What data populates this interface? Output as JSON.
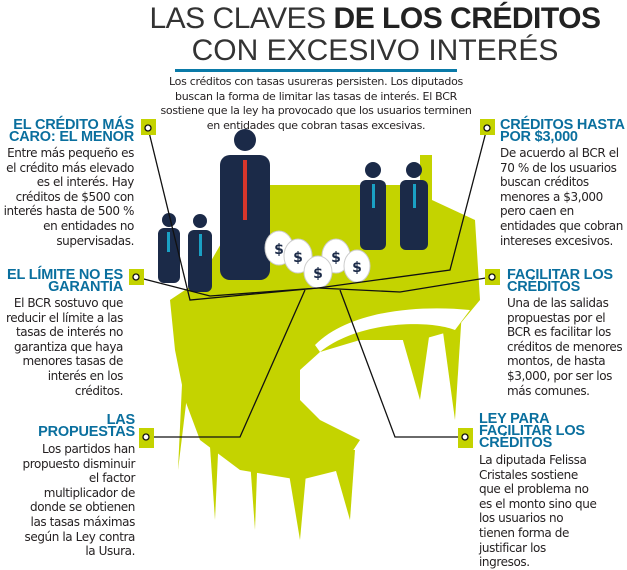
{
  "title": {
    "line1_light": "LAS CLAVES ",
    "line1_bold": "DE LOS CRÉDITOS",
    "line2": "CON EXCESIVO INTERÉS"
  },
  "intro": "Los créditos con tasas usureras persisten. Los diputados buscan la forma de limitar las tasas de interés. El BCR sostiene que la ley ha provocado que los usuarios terminen en entidades que cobran tasas excesivas.",
  "colors": {
    "heading": "#0a6f9e",
    "accent": "#c4d300",
    "suit": "#1b2a48"
  },
  "blocks": [
    {
      "heading": "EL CRÉDITO MÁS CARO: EL MENOR",
      "body": "Entre más pequeño es el crédito más elevado es el interés. Hay créditos de $500 con interés hasta de 500 % en entidades no supervisadas."
    },
    {
      "heading": "EL LÍMITE NO ES GARANTÍA",
      "body": "El BCR sostuvo que reducir el límite a las tasas de interés no garantiza que haya menores tasas de interés en los créditos."
    },
    {
      "heading": "LAS PROPUESTAS",
      "body": "Los partidos han propuesto disminuir el factor multiplicador de donde se obtienen las tasas máximas según la Ley contra la Usura."
    },
    {
      "heading": "CRÉDITOS HASTA POR $3,000",
      "body": "De acuerdo al BCR el 70 % de los usuarios buscan créditos menores a $3,000 pero caen en entidades que cobran intereses excesivos."
    },
    {
      "heading": "FACILITAR LOS CRÉDITOS",
      "body": "Una de las salidas propuestas por el BCR es facilitar los créditos de menores montos, de hasta $3,000, por ser los más comunes."
    },
    {
      "heading": "LEY PARA FACILITAR LOS CRÉDITOS",
      "body": "La diputada Felissa Cristales sostiene que el problema no es el monto sino que los usuarios no tienen forma de justificar los ingresos."
    }
  ],
  "bag_symbol": "$"
}
